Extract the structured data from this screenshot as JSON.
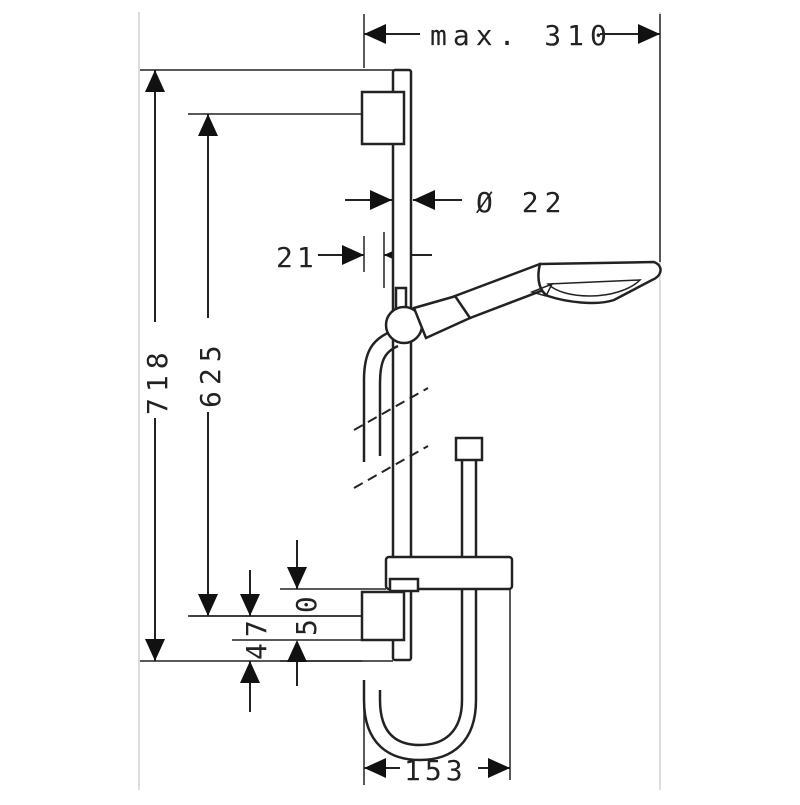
{
  "dimensions": {
    "max_width": "max. 310",
    "pipe_diameter": "Ø 22",
    "wall_offset": "21",
    "total_height": "718",
    "rail_height": "625",
    "lower_offset_50": "50",
    "lower_offset_47": "47",
    "bottom_width": "153"
  },
  "colors": {
    "line": "#222222",
    "frame": "#bbbbbb",
    "background": "#ffffff"
  }
}
